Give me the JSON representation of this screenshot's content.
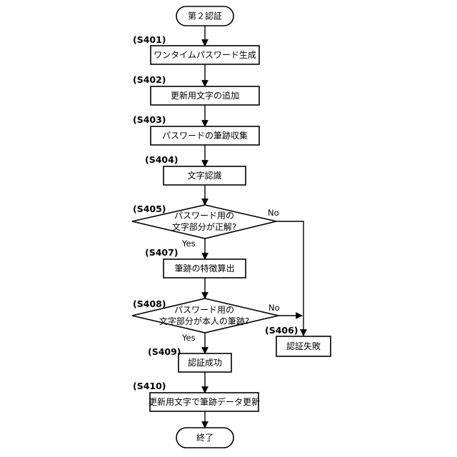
{
  "nodes": {
    "start": "第２認証",
    "s401": "ワンタイムパスワード生成",
    "s402": "更新用文字の追加",
    "s403": "パスワードの筆跡収集",
    "s404": "文字認識",
    "s405": [
      "パスワード用の",
      "文字部分が正解?"
    ],
    "s407": "筆跡の特徴算出",
    "s408": [
      "パスワード用の",
      "文字部分が本人の筆跡?"
    ],
    "s406": "認証失敗",
    "s409": "認証成功",
    "s410": "更新用文字で筆跡データ更新",
    "end": "終了"
  },
  "steps": {
    "s401": "(S401)",
    "s402": "(S402)",
    "s403": "(S403)",
    "s404": "(S404)",
    "s405": "(S405)",
    "s407": "(S407)",
    "s408": "(S408)",
    "s406": "(S406)",
    "s409": "(S409)",
    "s410": "(S410)"
  },
  "branches": {
    "s405_yes": "Yes",
    "s405_no": "No",
    "s408_yes": "Yes",
    "s408_no": "No"
  }
}
